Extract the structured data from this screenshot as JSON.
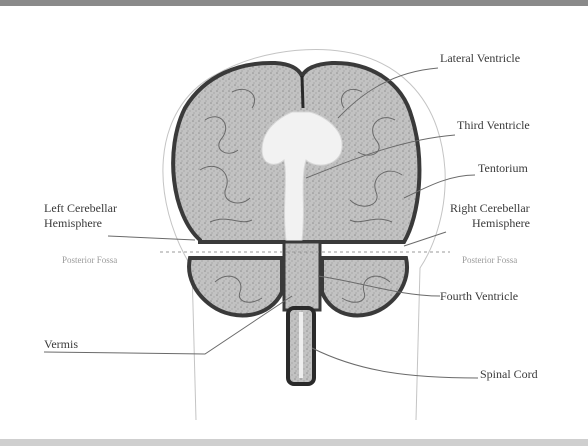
{
  "labels": {
    "lateral_ventricle": "Lateral Ventricle",
    "third_ventricle": "Third Ventricle",
    "tentorium": "Tentorium",
    "left_cerebellar_line1": "Left Cerebellar",
    "left_cerebellar_line2": "Hemisphere",
    "right_cerebellar_line1": "Right Cerebellar",
    "right_cerebellar_line2": "Hemisphere",
    "posterior_fossa_left": "Posterior Fossa",
    "posterior_fossa_right": "Posterior Fossa",
    "fourth_ventricle": "Fourth Ventricle",
    "vermis": "Vermis",
    "spinal_cord": "Spinal Cord"
  },
  "colors": {
    "outline": "#3a3a3a",
    "tissue": "#bdbdbd",
    "ventricle": "#f2f2f2",
    "leader": "#6a6a6a"
  }
}
